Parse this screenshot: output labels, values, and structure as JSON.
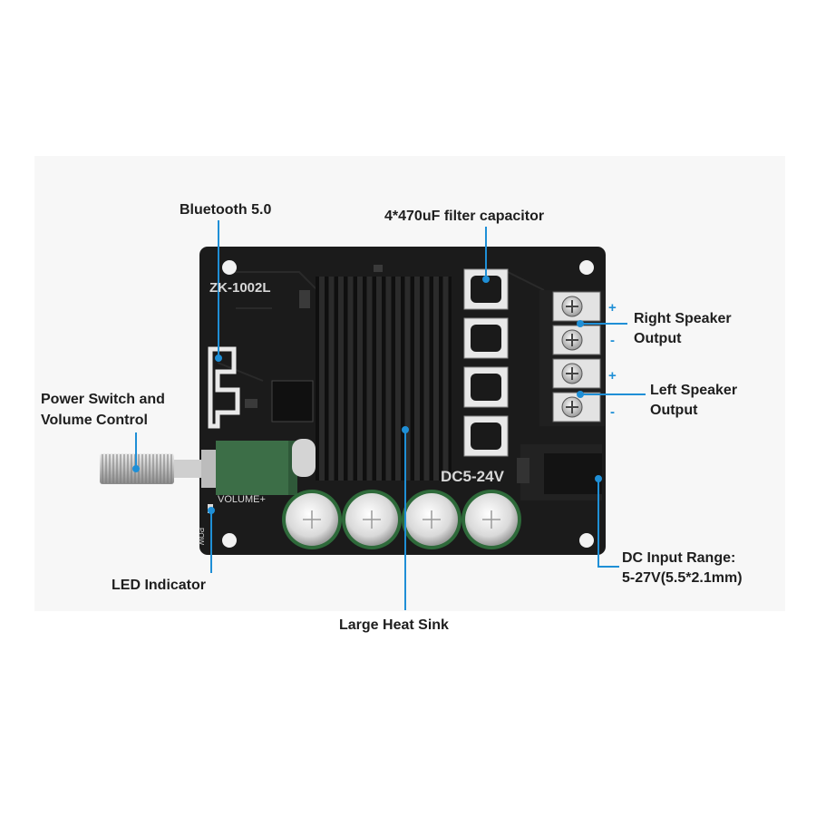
{
  "labels": {
    "bluetooth": "Bluetooth 5.0",
    "filter_capacitor": "4*470uF filter capacitor",
    "power_switch_line1": "Power Switch and",
    "power_switch_line2": "Volume Control",
    "right_speaker_line1": "Right Speaker",
    "right_speaker_line2": "Output",
    "left_speaker_line1": "Left Speaker",
    "left_speaker_line2": "Output",
    "dc_input_line1": "DC Input Range:",
    "dc_input_line2": "5-27V(5.5*2.1mm)",
    "led_indicator": "LED Indicator",
    "heat_sink": "Large Heat Sink"
  },
  "polarity": {
    "right_plus": "+",
    "right_minus": "-",
    "left_plus": "+",
    "left_minus": "-"
  },
  "board_markings": {
    "model": "ZK-1002L",
    "voltage": "DC5-24V",
    "volume": "VOLUME+",
    "power": "POW"
  },
  "colors": {
    "leader_line": "#1f8fd6",
    "board": "#1b1b1b",
    "potentiometer": "#3c6e47",
    "capacitor_ring": "#2e6a3a"
  },
  "icons": {
    "terminal_screw": "screw-icon",
    "bluetooth_antenna": "pcb-antenna-icon"
  }
}
